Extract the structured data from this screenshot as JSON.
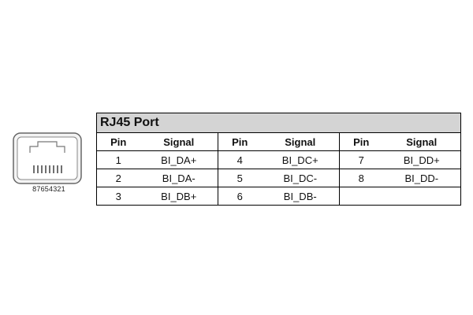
{
  "connector": {
    "pin_order": "87654321",
    "icon": "rj45-port-icon"
  },
  "table": {
    "title": "RJ45 Port",
    "headers": [
      "Pin",
      "Signal",
      "Pin",
      "Signal",
      "Pin",
      "Signal"
    ],
    "rows": [
      [
        {
          "pin": "1",
          "signal": "BI_DA+"
        },
        {
          "pin": "4",
          "signal": "BI_DC+"
        },
        {
          "pin": "7",
          "signal": "BI_DD+"
        }
      ],
      [
        {
          "pin": "2",
          "signal": "BI_DA-"
        },
        {
          "pin": "5",
          "signal": "BI_DC-"
        },
        {
          "pin": "8",
          "signal": "BI_DD-"
        }
      ],
      [
        {
          "pin": "3",
          "signal": "BI_DB+"
        },
        {
          "pin": "6",
          "signal": "BI_DB-"
        },
        {
          "pin": "",
          "signal": ""
        }
      ]
    ]
  }
}
